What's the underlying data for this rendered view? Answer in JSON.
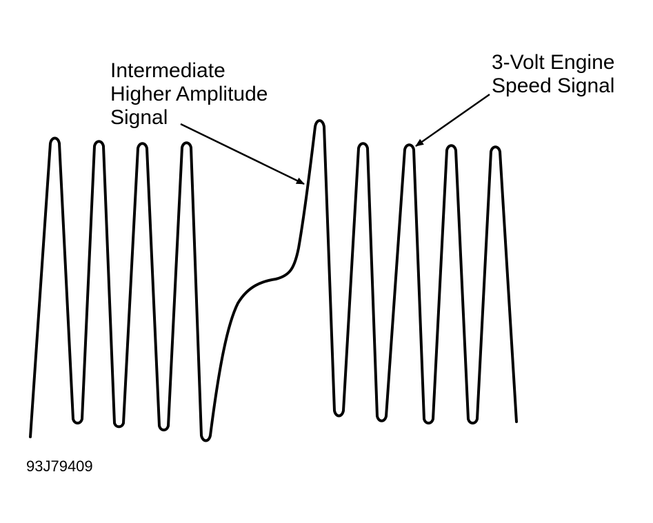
{
  "colors": {
    "ink": "#000000",
    "background": "#ffffff"
  },
  "annotations": {
    "intermediate": {
      "lines": [
        "Intermediate",
        "Higher Amplitude",
        "Signal"
      ]
    },
    "engine_speed": {
      "lines": [
        "3-Volt Engine",
        "Speed Signal"
      ]
    }
  },
  "figure_id": "93J79409"
}
